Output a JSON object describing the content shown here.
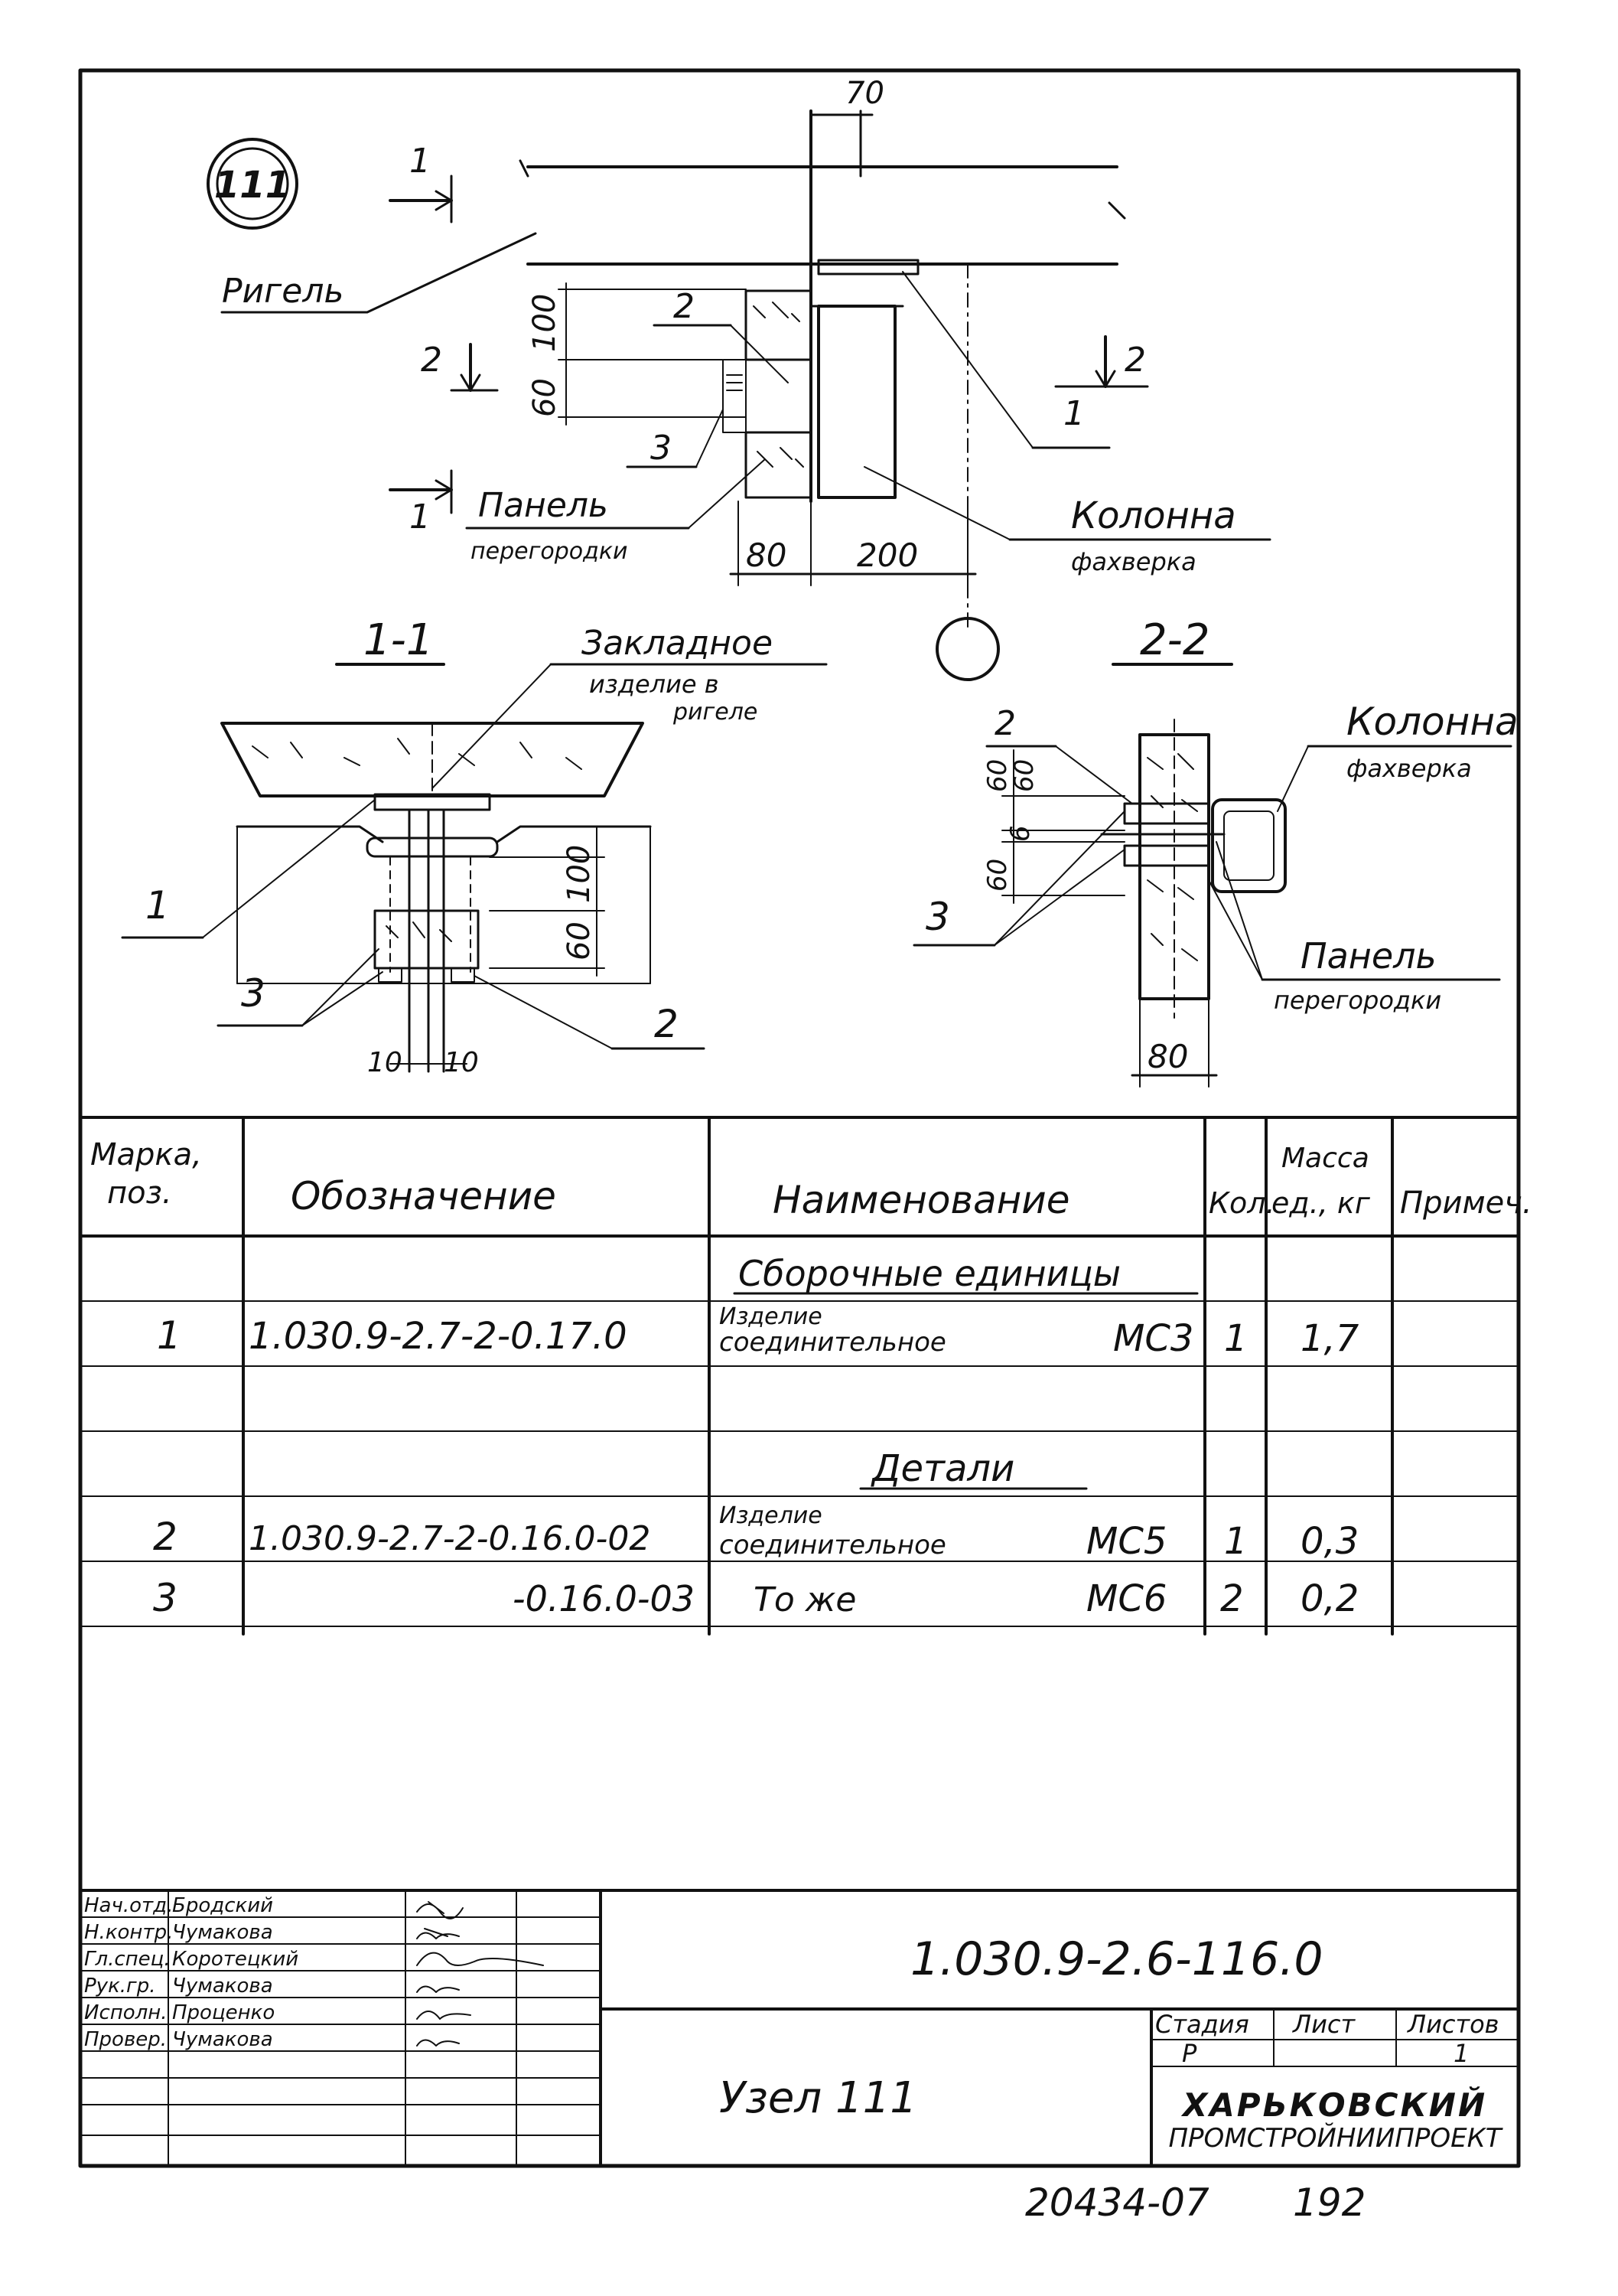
{
  "node": {
    "number": "111",
    "label_rigel": "Ригель",
    "label_panel": "Панель",
    "label_panel_sub": "перегородки",
    "label_column": "Колонна",
    "label_column_sub": "фахверка",
    "dim_70": "70",
    "dim_100": "100",
    "dim_60": "60",
    "dim_80": "80",
    "dim_200": "200",
    "pos_1": "1",
    "pos_2": "2",
    "pos_3": "3",
    "cut_1": "1",
    "cut_2": "2"
  },
  "section_1_1": {
    "title": "1-1",
    "embed_label_1": "Закладное",
    "embed_label_2": "изделие в",
    "embed_label_3": "ригеле",
    "dim_100": "100",
    "dim_60": "60",
    "dim_10a": "10",
    "dim_10b": "10",
    "pos_1": "1",
    "pos_2": "2",
    "pos_3": "3"
  },
  "section_2_2": {
    "title": "2-2",
    "label_column": "Колонна",
    "label_column_sub": "фахверка",
    "label_panel": "Панель",
    "label_panel_sub": "перегородки",
    "dim_60a": "60",
    "dim_6": "6",
    "dim_60b": "60",
    "dim_60c": "60",
    "dim_80": "80",
    "pos_2": "2",
    "pos_3": "3"
  },
  "spec_table": {
    "headers": {
      "mark": "Марка,",
      "mark2": "поз.",
      "designation": "Обозначение",
      "name": "Наименование",
      "qty": "Кол.",
      "mass": "Масса",
      "mass2": "ед., кг",
      "note": "Примеч."
    },
    "group_assembly": "Сборочные единицы",
    "group_parts": "Детали",
    "rows": [
      {
        "mark": "1",
        "designation": "1.030.9-2.7-2-0.17.0",
        "name1": "Изделие",
        "name2": "соединительное",
        "code": "МС3",
        "qty": "1",
        "mass": "1,7"
      },
      {
        "mark": "2",
        "designation": "1.030.9-2.7-2-0.16.0-02",
        "name1": "Изделие",
        "name2": "соединительное",
        "code": "МС5",
        "qty": "1",
        "mass": "0,3"
      },
      {
        "mark": "3",
        "designation": "-0.16.0-03",
        "name1": "То же",
        "name2": "",
        "code": "МС6",
        "qty": "2",
        "mass": "0,2"
      }
    ]
  },
  "title_block": {
    "doc_code": "1.030.9-2.6-116.0",
    "title": "Узел 111",
    "roles": [
      {
        "role": "Нач.отд.",
        "name": "Бродский"
      },
      {
        "role": "Н.контр.",
        "name": "Чумакова"
      },
      {
        "role": "Гл.спец.",
        "name": "Коротецкий"
      },
      {
        "role": "Рук.гр.",
        "name": "Чумакова"
      },
      {
        "role": "Исполн.",
        "name": "Проценко"
      },
      {
        "role": "Провер.",
        "name": "Чумакова"
      }
    ],
    "stage_label": "Стадия",
    "sheet_label": "Лист",
    "sheets_label": "Листов",
    "stage_value": "Р",
    "sheet_value": "",
    "sheets_value": "1",
    "org_line1": "ХАРЬКОВСКИЙ",
    "org_line2": "ПРОМСТРОЙНИИПРОЕКТ"
  },
  "footer": {
    "inventory": "20434-07",
    "page": "192"
  }
}
